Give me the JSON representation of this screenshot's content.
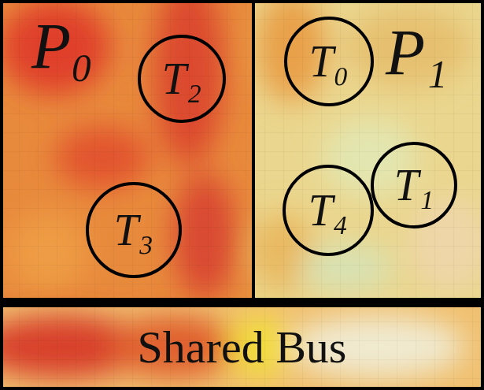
{
  "diagram": {
    "nodes": [
      {
        "text": [
          "P₀"
        ]
      },
      {
        "text": [
          "T₂"
        ],
        "in": 0
      },
      {
        "text": [
          "T₃"
        ],
        "in": 0
      },
      {
        "text": [
          "P₁"
        ]
      },
      {
        "text": [
          "T₀"
        ],
        "in": 3
      },
      {
        "text": [
          "T₁"
        ],
        "in": 3
      },
      {
        "text": [
          "T₄"
        ],
        "in": 3
      },
      {
        "text": [
          "Shared Bus"
        ]
      }
    ]
  }
}
